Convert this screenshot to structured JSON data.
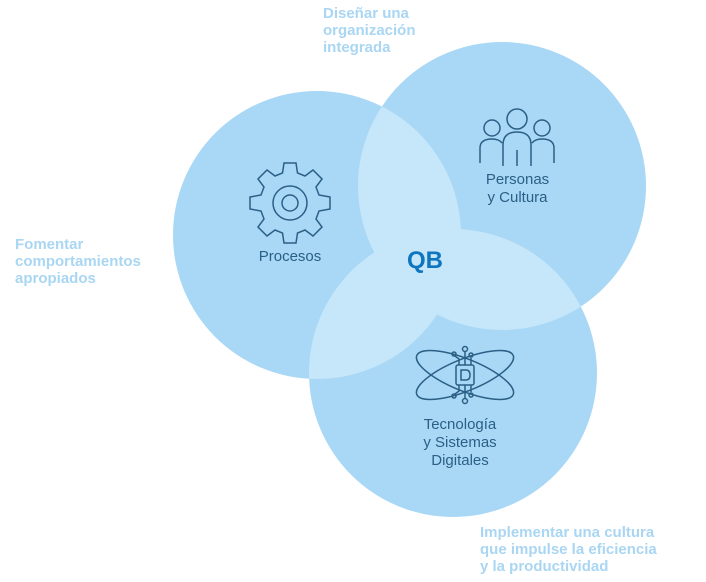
{
  "center": {
    "label": "QB"
  },
  "circles": [
    {
      "id": "procesos",
      "lines": [
        "Procesos"
      ],
      "icon": "gear-icon"
    },
    {
      "id": "personas",
      "lines": [
        "Personas",
        "y Cultura"
      ],
      "icon": "people-icon"
    },
    {
      "id": "tecnologia",
      "lines": [
        "Tecnología",
        "y Sistemas",
        "Digitales"
      ],
      "icon": "tech-atom-icon"
    }
  ],
  "notes": {
    "top": [
      "Diseñar una",
      "organización",
      "integrada"
    ],
    "left": [
      "Fomentar",
      "comportamientos",
      "apropiados"
    ],
    "bottom": [
      "Implementar una cultura",
      "que impulse la eficiencia",
      "y la productividad"
    ]
  },
  "colors": {
    "circle_fill": "#a8d8f5",
    "overlap_fill": "#c6e6fa",
    "note_text": "#a9d6f2",
    "label_text": "#2b5f86",
    "center_text": "#0e76bf",
    "icon_stroke": "#2b5f86"
  }
}
